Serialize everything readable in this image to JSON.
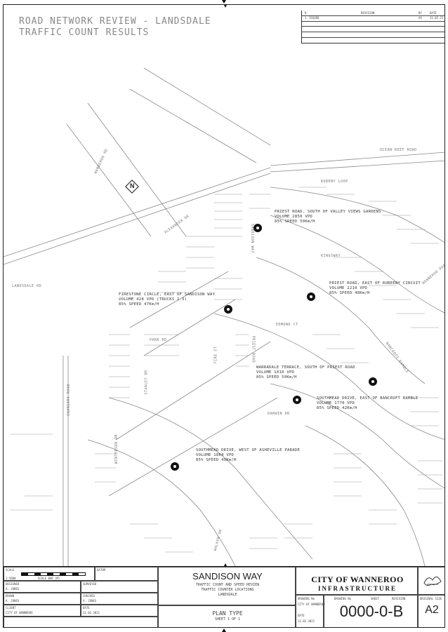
{
  "drawing": {
    "title_line1": "ROAD NETWORK REVIEW - LANDSDALE",
    "title_line2": "TRAFFIC COUNT RESULTS"
  },
  "revision_table": {
    "headers": [
      "R",
      "REVISION",
      "BY",
      "DATE"
    ],
    "rows": [
      {
        "rev": "1",
        "desc": "ISSUED",
        "by": "AS",
        "date": "11.02.21"
      }
    ]
  },
  "roads": {
    "ocean_reef_road": "OCEAN REEF ROAD",
    "west_road": "LANDSDALE RD",
    "diagonal_road": "WANNEROO RD",
    "northeast_road": "ALEXANDER DR",
    "rubeny_loop": "RUBENY LOOP",
    "nth_road": "KINGSWAY",
    "sandison_way": "SANDISON WAY",
    "park_road": "PARK RD",
    "priest_road": "PRIEST ROAD",
    "edmund_ct": "EDMUND CT",
    "bancroft": "BANCROFT RAMBLE",
    "darwin": "DARWIN DR",
    "vertical_road": "GNANGARA ROAD",
    "stanley": "STANLEY DR",
    "fire_st": "FIRE ST",
    "wintersun": "WINTERSUN DR",
    "walker": "WALKER DR",
    "cm_ann": "WANNEROO ROAD"
  },
  "counts": [
    {
      "location": "PRIEST ROAD, SOUTH OF VALLEY VIEWS GARDENS",
      "volume": "VOLUME 2850 VPD",
      "speed": "85% SPEED 50Km/H"
    },
    {
      "location": "PRIEST ROAD, EAST OF RUBEENY CIRCUIT",
      "volume": "VOLUME 2210 VPD",
      "speed": "85% SPEED 48Km/H"
    },
    {
      "location": "FIRESTONE CIRCLE, EAST OF SANDISON WAY",
      "volume": "VOLUME 428 VPD (TRUCKS 1.5)",
      "speed": "85% SPEED 47Km/H"
    },
    {
      "location": "WARRADALE TERRACE, SOUTH OF PRIEST ROAD",
      "volume": "VOLUME 1010 VPD",
      "speed": "85% SPEED 50Km/H"
    },
    {
      "location": "SOUTHMEAD DRIVE, EAST OF BANCROFT RAMBLE",
      "volume": "VOLUME 1770 VPD",
      "speed": "85% SPEED 42Km/H"
    },
    {
      "location": "SOUTHMEAD DRIVE, WEST OF ASHEVILLE PARADE",
      "volume": "VOLUME 1864 VPD",
      "speed": "85% SPEED 49Km/H"
    }
  ],
  "north_arrow": "N",
  "title_block": {
    "scale_label": "SCALE",
    "scale_value": "1:5000",
    "scale_sub": "SCALE BAR (M)",
    "datum_label": "DATUM",
    "designed_label": "DESIGNED",
    "designed_value": "A. JONES",
    "surveyed_label": "SURVEYED",
    "drawn_label": "DRAWN",
    "drawn_value": "A. JONES",
    "checked_label": "CHECKED",
    "checked_value": "A. JONES",
    "project_name": "SANDISON WAY",
    "project_sub1": "TRAFFIC COUNT AND SPEED REVIEW",
    "project_sub2": "TRAFFIC COUNTER LOCATIONS",
    "project_sub3": "LANDSDALE",
    "plan_type_label": "PLAN TYPE",
    "plan_type_value": "SHEET 1 OF 1",
    "org_line1": "CITY OF WANNEROO",
    "org_line2": "INFRASTRUCTURE",
    "drawing_no": "0000-0-B",
    "drawing_no_label": "DRAWING No",
    "sheet_label": "SHEET",
    "revision_label": "REVISION",
    "size_label": "ORIGINAL SIZE",
    "size_value": "A2",
    "client_label": "CLIENT",
    "client_value": "CITY OF WANNEROO",
    "date_label": "DATE",
    "date_value": "11.02.2021"
  }
}
